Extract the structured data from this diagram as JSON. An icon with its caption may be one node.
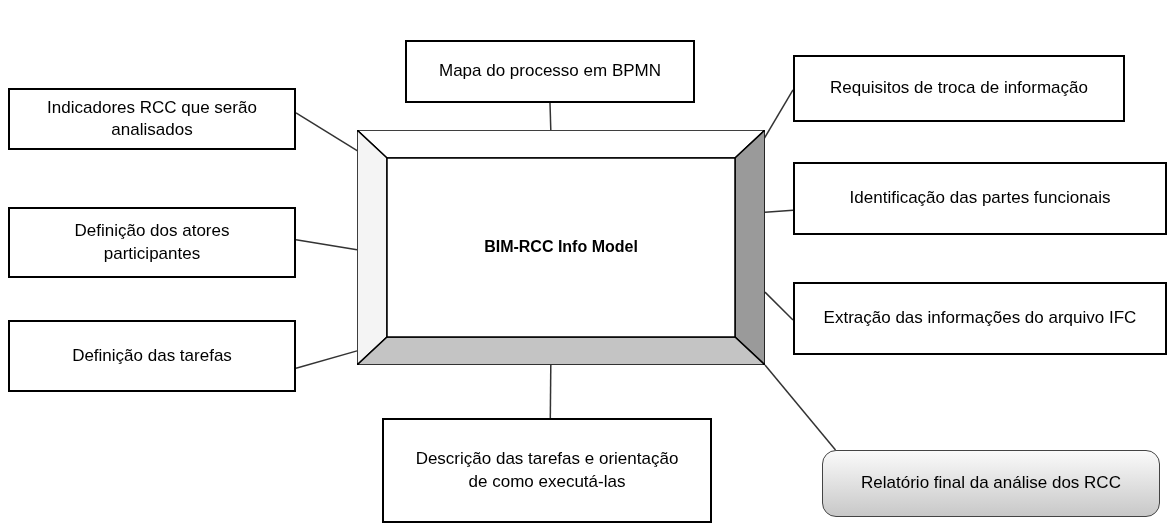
{
  "diagram": {
    "nodes": [
      {
        "text": [
          "Mapa do processo em BPMN"
        ]
      },
      {
        "text": [
          "Indicadores RCC que serão analisados"
        ]
      },
      {
        "text": [
          "Requisitos de troca de informação"
        ]
      },
      {
        "text": [
          "BIM-RCC Info Model"
        ]
      },
      {
        "text": [
          "Definição dos atores participantes"
        ]
      },
      {
        "text": [
          "Identificação das partes funcionais"
        ]
      },
      {
        "text": [
          "Extração das informações do arquivo IFC"
        ]
      },
      {
        "text": [
          "Definição das tarefas"
        ]
      },
      {
        "text": [
          "Descrição das tarefas  e orientação de como executá-las"
        ]
      },
      {
        "text": [
          "Relatório final da análise dos RCC"
        ]
      }
    ],
    "edges": [
      {
        "from": 3,
        "to": 0,
        "arrow": "none"
      },
      {
        "from": 3,
        "to": 1,
        "arrow": "none"
      },
      {
        "from": 3,
        "to": 2,
        "arrow": "none"
      },
      {
        "from": 3,
        "to": 4,
        "arrow": "none"
      },
      {
        "from": 3,
        "to": 5,
        "arrow": "none"
      },
      {
        "from": 3,
        "to": 6,
        "arrow": "none"
      },
      {
        "from": 3,
        "to": 7,
        "arrow": "none"
      },
      {
        "from": 3,
        "to": 8,
        "arrow": "none"
      },
      {
        "from": 3,
        "to": 9,
        "arrow": "none"
      }
    ]
  }
}
